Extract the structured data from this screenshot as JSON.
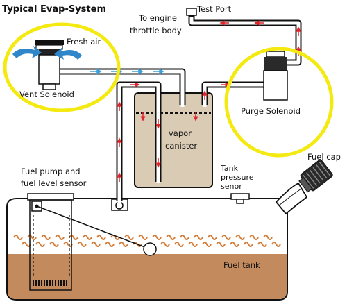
{
  "title": "Typical Evap-System",
  "labels": {
    "fresh_air": "Fresh air",
    "vent_solenoid": "Vent Solenoid",
    "test_port": "Test Port",
    "to_engine_line1": "To engine",
    "to_engine_line2": "throttle body",
    "purge_solenoid": "Purge Solenoid",
    "vapor_line1": "vapor",
    "vapor_line2": "canister",
    "fuel_pump_line1": "Fuel pump and",
    "fuel_pump_line2": "fuel level sensor",
    "tank_pressure_line1": "Tank",
    "tank_pressure_line2": "pressure",
    "tank_pressure_line3": "senor",
    "fuel_cap": "Fuel cap",
    "fuel_tank": "Fuel tank"
  },
  "colors": {
    "highlight_circle": "#f4ea12",
    "canister_fill": "#dacbb5",
    "fuel_fill": "#c28a5d",
    "vapor_wave": "#d47e3a",
    "flow_arrow_red": "#e0262b",
    "flow_arrow_blue": "#3aa0d8",
    "tube_stroke": "#111111"
  },
  "icons": {
    "vent_solenoid": "solenoid-valve-icon",
    "purge_solenoid": "solenoid-valve-icon",
    "fuel_cap": "fuel-cap-icon",
    "test_port": "test-port-icon"
  }
}
